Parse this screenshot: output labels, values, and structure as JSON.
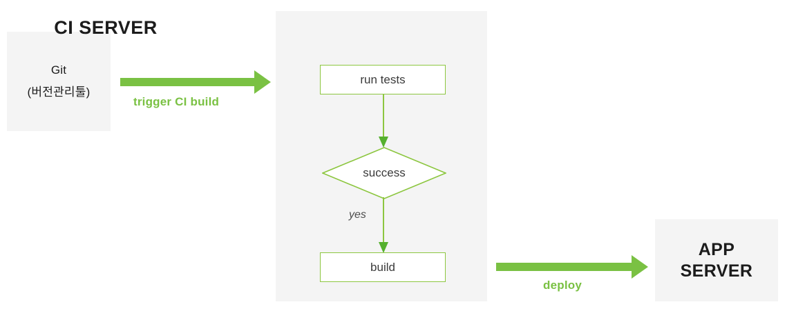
{
  "diagram": {
    "title_semantic": "ci-cd-pipeline-flow",
    "colors": {
      "arrow_green": "#7ac143",
      "node_border_green": "#8cc63f",
      "panel_grey": "#f4f4f4",
      "text_dark": "#1c1c1c",
      "node_text": "#3a3a3a",
      "label_grey": "#4d4d4d",
      "background": "#ffffff"
    },
    "source": {
      "name": "git-box",
      "line1": "Git",
      "line2": "(버전관리툴)"
    },
    "ci_server": {
      "title": "CI SERVER",
      "nodes": [
        {
          "id": "run-tests",
          "type": "process",
          "label": "run tests"
        },
        {
          "id": "success",
          "type": "decision",
          "label": "success"
        },
        {
          "id": "build",
          "type": "process",
          "label": "build"
        }
      ],
      "edges": [
        {
          "from": "run-tests",
          "to": "success",
          "label": ""
        },
        {
          "from": "success",
          "to": "build",
          "label": "yes"
        }
      ]
    },
    "target": {
      "name": "app-server-box",
      "line1": "APP",
      "line2": "SERVER"
    },
    "flow_arrows": [
      {
        "id": "trigger-ci-build",
        "label": "trigger CI build",
        "from": "git-box",
        "to": "ci-server"
      },
      {
        "id": "deploy",
        "label": "deploy",
        "from": "build",
        "to": "app-server-box"
      }
    ]
  }
}
